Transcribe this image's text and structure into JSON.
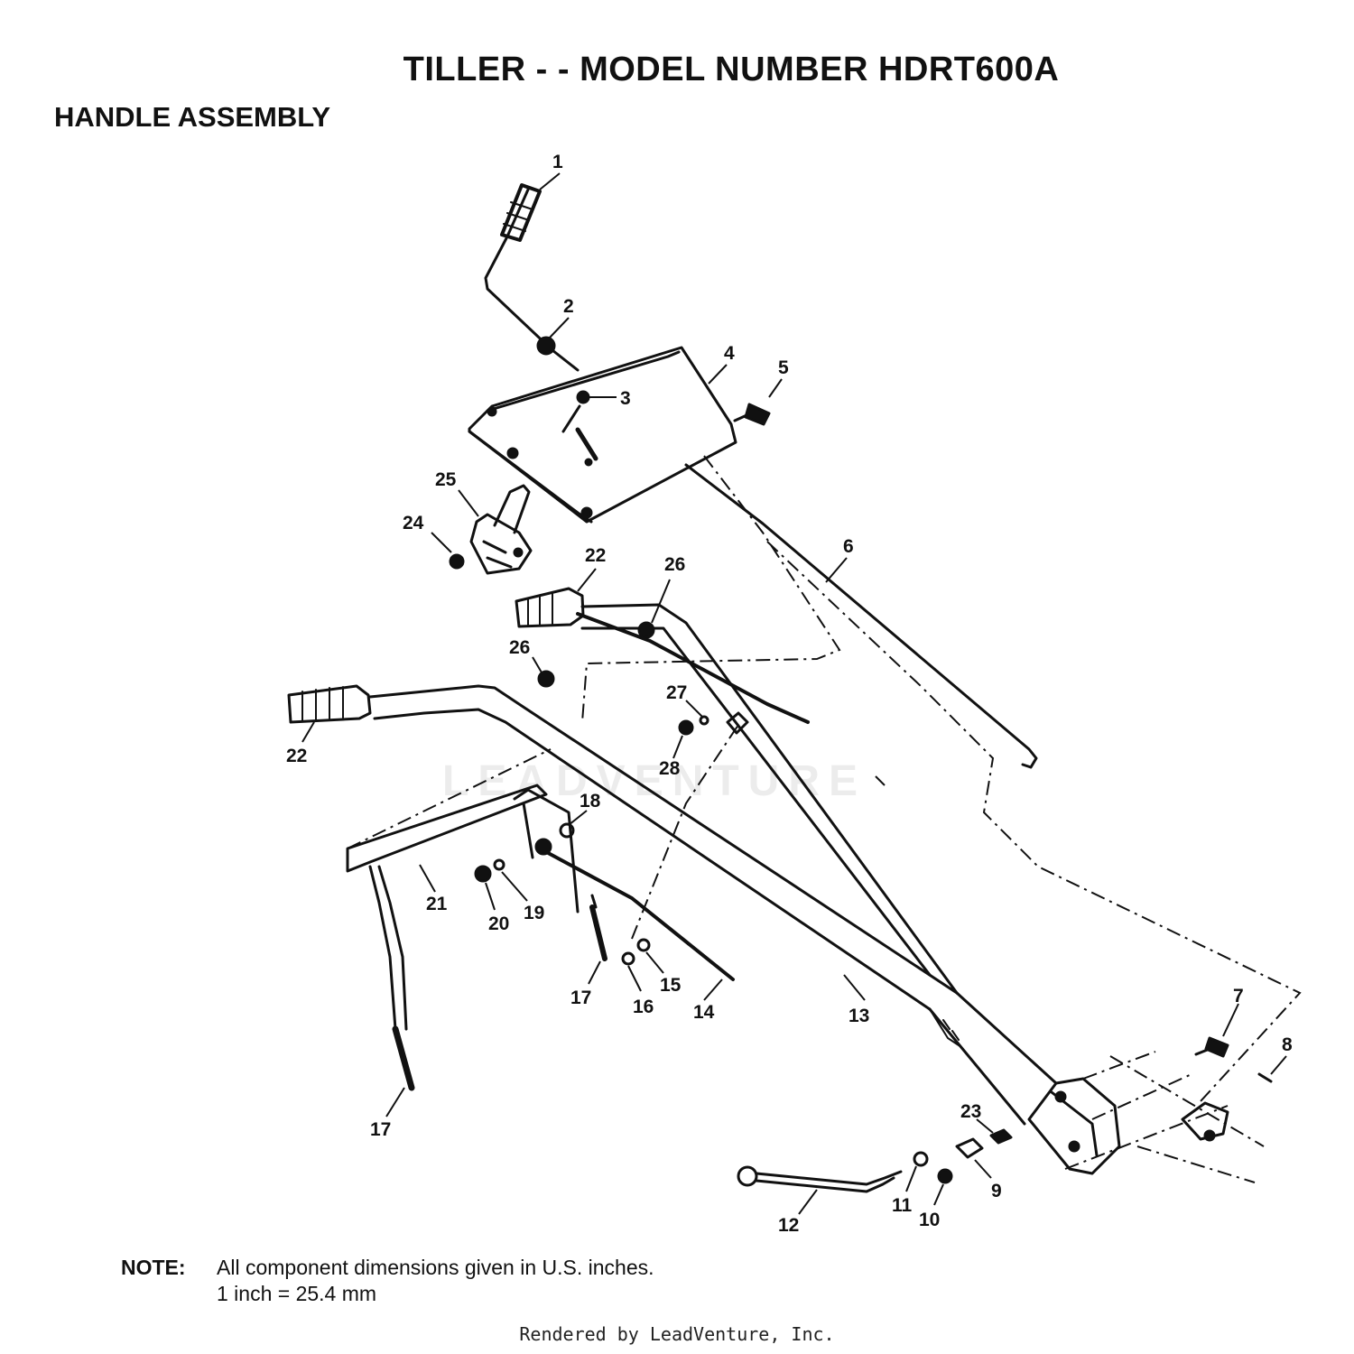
{
  "header": {
    "title": "TILLER - - MODEL NUMBER HDRT600A",
    "subtitle": "HANDLE ASSEMBLY"
  },
  "watermark": {
    "text": "LEADVENTURE"
  },
  "callouts": {
    "c1": "1",
    "c2": "2",
    "c3": "3",
    "c4": "4",
    "c5": "5",
    "c6": "6",
    "c7": "7",
    "c8": "8",
    "c9": "9",
    "c10": "10",
    "c11": "11",
    "c12": "12",
    "c13": "13",
    "c14": "14",
    "c15": "15",
    "c16": "16",
    "c17a": "17",
    "c17b": "17",
    "c18": "18",
    "c19": "19",
    "c20": "20",
    "c21": "21",
    "c22a": "22",
    "c22b": "22",
    "c23": "23",
    "c24": "24",
    "c25": "25",
    "c26a": "26",
    "c26b": "26",
    "c27": "27",
    "c28": "28"
  },
  "note": {
    "label": "NOTE:",
    "line1": "All component dimensions given in U.S. inches.",
    "line2": "1 inch = 25.4 mm"
  },
  "footer": {
    "credit": "Rendered by LeadVenture, Inc."
  }
}
